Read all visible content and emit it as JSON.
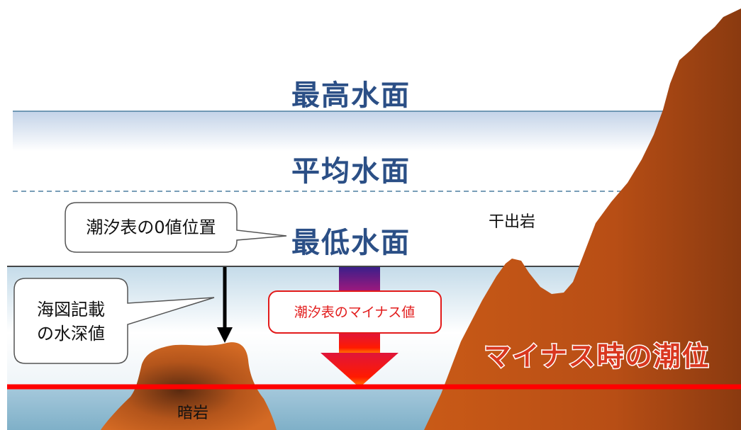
{
  "levels": {
    "highest": "最高水面",
    "mean": "平均水面",
    "lowest": "最低水面"
  },
  "callouts": {
    "tide_zero": "潮汐表の0値位置",
    "chart_depth_line1": "海図記載",
    "chart_depth_line2": "の水深値"
  },
  "labels": {
    "drying_rock": "干出岩",
    "sunken_rock": "暗岩",
    "negative_value": "潮汐表のマイナス値",
    "negative_tide": "マイナス時の潮位"
  },
  "colors": {
    "level_text": "#2b4f86",
    "rock": "#b8531a",
    "negative_line": "#ff0000",
    "negative_text": "#e21b1b"
  }
}
